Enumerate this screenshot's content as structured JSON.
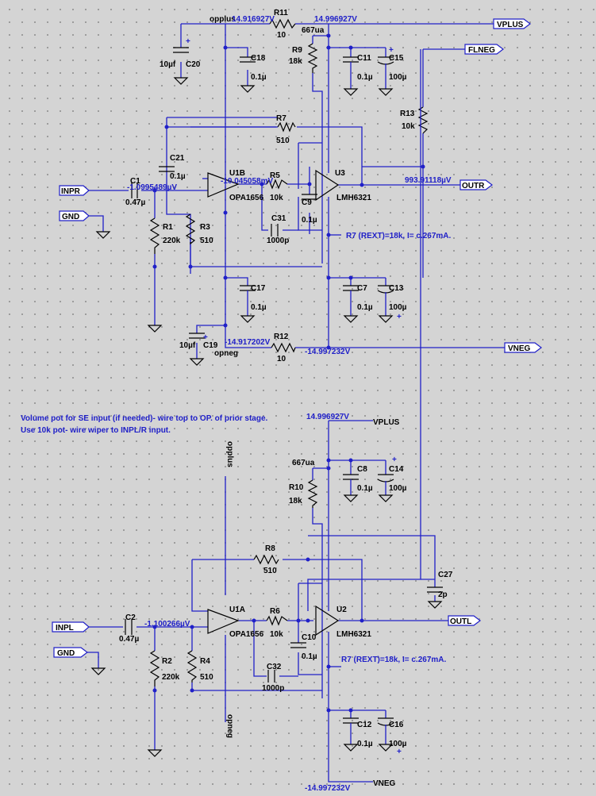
{
  "nets": {
    "vplus": "VPLUS",
    "vneg": "VNEG",
    "flneg": "FLNEG",
    "outr": "OUTR",
    "outl": "OUTL",
    "inpr": "INPR",
    "inpl": "INPL",
    "gnd": "GND",
    "opplus": "opplus",
    "opneg": "opneg"
  },
  "components": {
    "R1": {
      "name": "R1",
      "value": "220k"
    },
    "R2": {
      "name": "R2",
      "value": "220k"
    },
    "R3": {
      "name": "R3",
      "value": "510"
    },
    "R4": {
      "name": "R4",
      "value": "510"
    },
    "R5": {
      "name": "R5",
      "value": "10k"
    },
    "R6": {
      "name": "R6",
      "value": "10k"
    },
    "R7": {
      "name": "R7",
      "value": "510"
    },
    "R8": {
      "name": "R8",
      "value": "510"
    },
    "R9": {
      "name": "R9",
      "value": "18k"
    },
    "R10": {
      "name": "R10",
      "value": "18k"
    },
    "R11": {
      "name": "R11",
      "value": "10"
    },
    "R12": {
      "name": "R12",
      "value": "10"
    },
    "R13": {
      "name": "R13",
      "value": "10k"
    },
    "C1": {
      "name": "C1",
      "value": "0.47µ"
    },
    "C2": {
      "name": "C2",
      "value": "0.47µ"
    },
    "C7": {
      "name": "C7",
      "value": "0.1µ"
    },
    "C8": {
      "name": "C8",
      "value": "0.1µ"
    },
    "C9": {
      "name": "C9",
      "value": "0.1µ"
    },
    "C10": {
      "name": "C10",
      "value": "0.1µ"
    },
    "C11": {
      "name": "C11",
      "value": "0.1µ"
    },
    "C12": {
      "name": "C12",
      "value": "0.1µ"
    },
    "C13": {
      "name": "C13",
      "value": "100µ"
    },
    "C14": {
      "name": "C14",
      "value": "100µ"
    },
    "C15": {
      "name": "C15",
      "value": "100µ"
    },
    "C16": {
      "name": "C16",
      "value": "100µ"
    },
    "C17": {
      "name": "C17",
      "value": "0.1µ"
    },
    "C18": {
      "name": "C18",
      "value": "0.1µ"
    },
    "C19": {
      "name": "C19",
      "value": "10µf"
    },
    "C20": {
      "name": "C20",
      "value": "10µf"
    },
    "C21": {
      "name": "C21",
      "value": "0.1µ"
    },
    "C27": {
      "name": "C27",
      "value": "2p"
    },
    "C31": {
      "name": "C31",
      "value": "1000p"
    },
    "C32": {
      "name": "C32",
      "value": "1000p"
    },
    "U1A": {
      "name": "U1A",
      "part": "OPA1656"
    },
    "U1B": {
      "name": "U1B",
      "part": "OPA1656"
    },
    "U2": {
      "name": "U2",
      "part": "LMH6321"
    },
    "U3": {
      "name": "U3",
      "part": "LMH6321"
    }
  },
  "readouts": {
    "top_opplus_v": "14.916927V",
    "top_vplus_v": "14.996927V",
    "top_current": "667ua",
    "top_in_v": "-1.0995489µV",
    "top_u1b_out_v": "-10.045058mV",
    "top_out_v": "993.91118µV",
    "top_opneg_v": "-14.917202V",
    "top_vneg_v": "-14.997232V",
    "bot_vplus_v": "14.996927V",
    "bot_current": "667ua",
    "bot_in_v": "-1.100266µV",
    "bot_vneg_v": "-14.997232V"
  },
  "notes": {
    "rext_top": "R7 (REXT)=18k, I= c.267mA.",
    "rext_bot": "R7 (REXT)=18k, I= c.267mA.",
    "volume_line1": "Volume pot for SE input (if needed)-  wire top to OP. of prior stage.",
    "volume_line2": "Use 10k pot- wire wiper to INPL/R input."
  },
  "polarity": {
    "plus": "+"
  },
  "colors": {
    "wire": "#2020c8",
    "background": "#d4d4d4",
    "component": "#000000"
  }
}
